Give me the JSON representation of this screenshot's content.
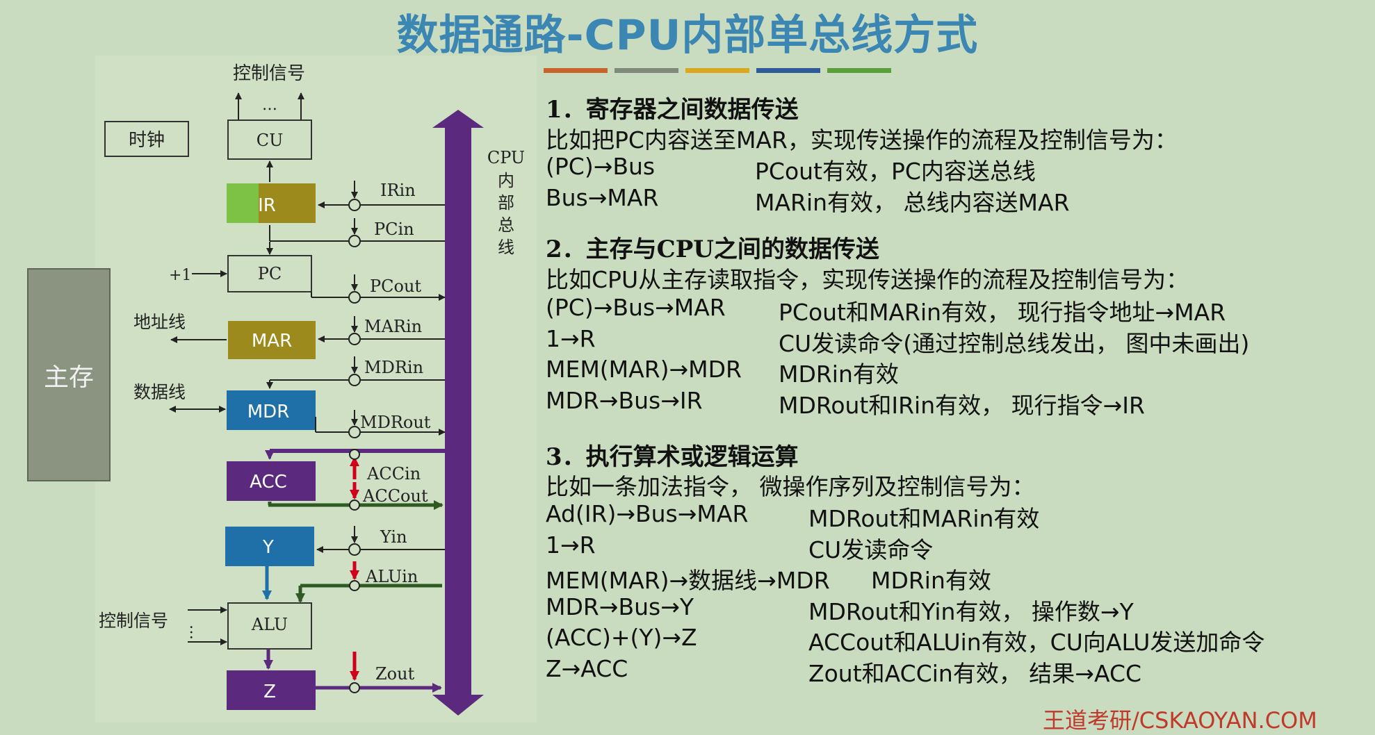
{
  "title": "数据通路-CPU内部单总线方式",
  "diagram": {
    "main_memory": "主存",
    "clock": "时钟",
    "control_signal_top": "控制信号",
    "dots": "…",
    "cu": "CU",
    "ir": "IR",
    "pc": "PC",
    "mar": "MAR",
    "mdr": "MDR",
    "acc": "ACC",
    "y": "Y",
    "alu": "ALU",
    "z": "Z",
    "plus_one": "+1",
    "address_line": "地址线",
    "data_line": "数据线",
    "control_signal_left": "控制信号",
    "bus_label": [
      "CPU",
      "内",
      "部",
      "总",
      "线"
    ],
    "signals": {
      "irin": "IRin",
      "pcin": "PCin",
      "pcout": "PCout",
      "marin": "MARin",
      "mdrin": "MDRin",
      "mdrout": "MDRout",
      "accin": "ACCin",
      "accout": "ACCout",
      "yin": "Yin",
      "aluin": "ALUin",
      "zout": "Zout"
    },
    "colors": {
      "bus": "#5b2a7e",
      "ir": "#9c8a1c",
      "ir_left": "#7dc244",
      "mar": "#9c8a1c",
      "mdr": "#1f6fa8",
      "acc": "#5b2a7e",
      "y": "#1f6fa8",
      "z": "#5b2a7e",
      "memory": "#8a9480",
      "red": "#d0021b",
      "green": "#2f5a22"
    }
  },
  "stripes": [
    "#c7642a",
    "#7f8a7b",
    "#d9a81e",
    "#2e5a98",
    "#5aa03a"
  ],
  "sections": [
    {
      "heading": "1．寄存器之间数据传送",
      "intro": "比如把PC内容送至MAR，实现传送操作的流程及控制信号为：",
      "rows": [
        {
          "op": "(PC)→Bus",
          "desc": "PCout有效，PC内容送总线"
        },
        {
          "op": "Bus→MAR",
          "desc": "MARin有效， 总线内容送MAR"
        }
      ]
    },
    {
      "heading": "2．主存与CPU之间的数据传送",
      "intro": "比如CPU从主存读取指令，实现传送操作的流程及控制信号为：",
      "rows": [
        {
          "op": "(PC)→Bus→MAR",
          "desc": "PCout和MARin有效， 现行指令地址→MAR"
        },
        {
          "op": "1→R",
          "desc": "CU发读命令(通过控制总线发出， 图中未画出)"
        },
        {
          "op": "MEM(MAR)→MDR",
          "desc": "MDRin有效"
        },
        {
          "op": "MDR→Bus→IR",
          "desc": "MDRout和IRin有效， 现行指令→IR"
        }
      ]
    },
    {
      "heading": "3．执行算术或逻辑运算",
      "intro": "比如一条加法指令， 微操作序列及控制信号为：",
      "rows": [
        {
          "op": "Ad(IR)→Bus→MAR",
          "desc": "MDRout和MARin有效"
        },
        {
          "op": "1→R",
          "desc": "CU发读命令"
        },
        {
          "op": "MEM(MAR)→数据线→MDR",
          "desc": "MDRin有效"
        },
        {
          "op": "MDR→Bus→Y",
          "desc": "MDRout和Yin有效， 操作数→Y"
        },
        {
          "op": "(ACC)+(Y)→Z",
          "desc": "ACCout和ALUin有效，CU向ALU发送加命令"
        },
        {
          "op": "Z→ACC",
          "desc": "Zout和ACCin有效， 结果→ACC"
        }
      ]
    }
  ],
  "footer": "王道考研/CSKAOYAN.COM"
}
